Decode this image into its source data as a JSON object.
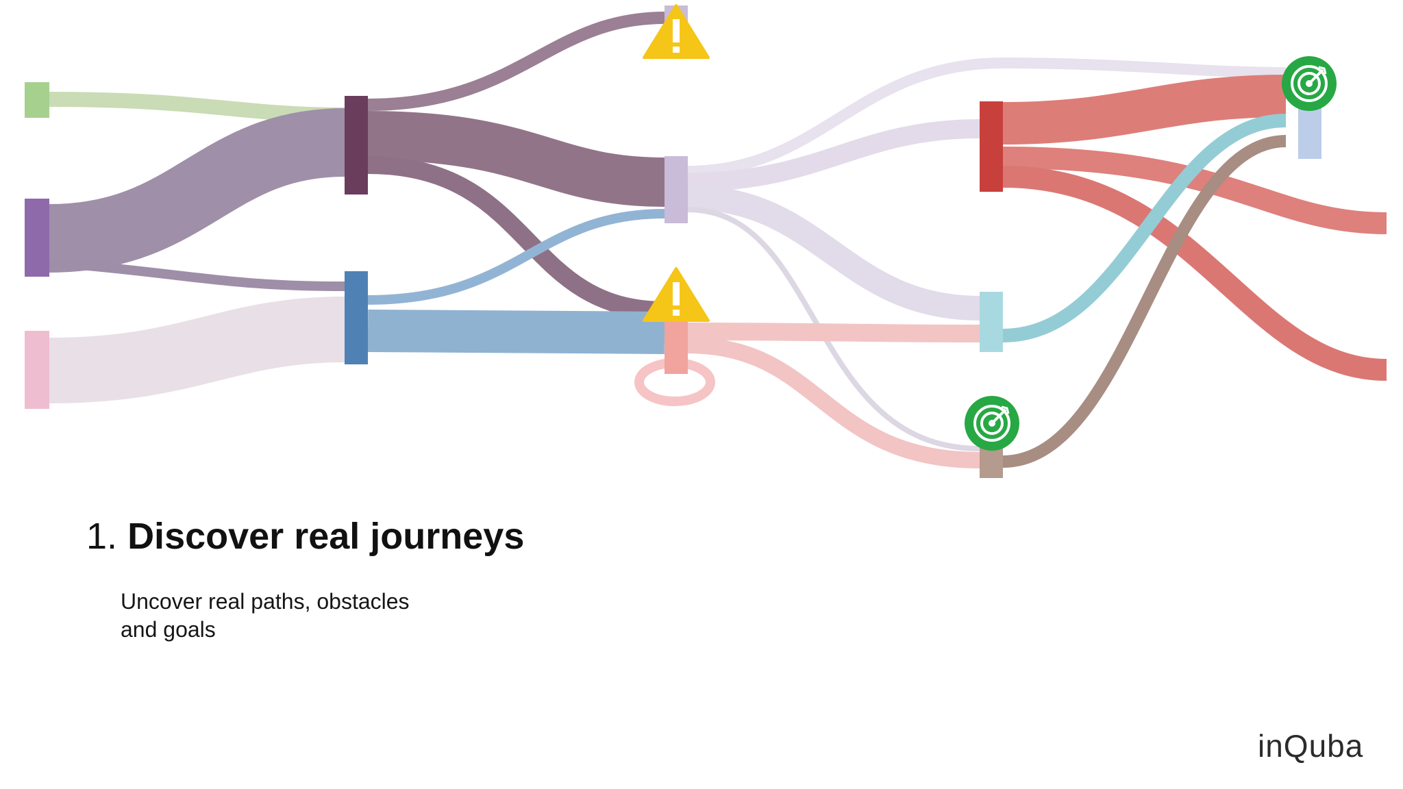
{
  "heading": {
    "number": "1.",
    "title": "Discover real journeys"
  },
  "subtitle": {
    "line1": "Uncover real paths, obstacles",
    "line2": "and goals"
  },
  "logo": "inQuba",
  "palette": {
    "green": "#a6d08e",
    "purple": "#8e6aab",
    "pink": "#efbdd0",
    "plum": "#6a3d5c",
    "blue": "#4f81b4",
    "lavender": "#c9bcd8",
    "salmon": "#f1a39e",
    "red": "#c8403b",
    "teal": "#a9d9e0",
    "taupe": "#b59a8e",
    "periwinkle": "#bccde9",
    "warning": "#f5c518",
    "goal": "#27a844"
  },
  "markers": {
    "warning_icon": "warning-triangle-icon",
    "goal_icon": "target-goal-icon"
  }
}
